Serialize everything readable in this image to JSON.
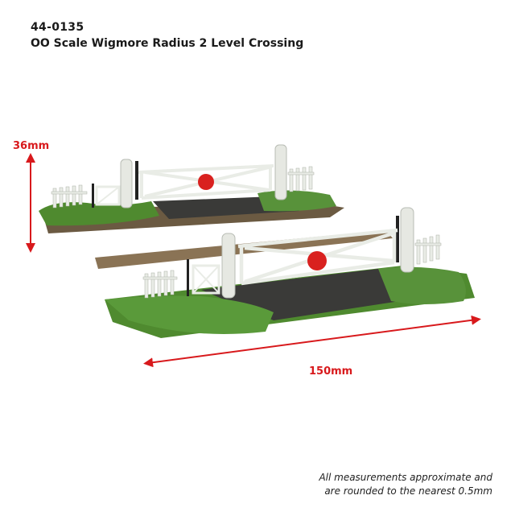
{
  "product": {
    "code": "44-0135",
    "name": "OO Scale Wigmore Radius 2 Level Crossing"
  },
  "dimensions": {
    "height_label": "36mm",
    "width_label": "150mm"
  },
  "note": {
    "line1": "All measurements approximate and",
    "line2": "are rounded to the nearest 0.5mm"
  },
  "colors": {
    "accent": "#d8191c",
    "grass": "#4f8a2f",
    "tarmac": "#3a3a38",
    "gate": "#e9ece6",
    "sign": "#d9211f"
  }
}
